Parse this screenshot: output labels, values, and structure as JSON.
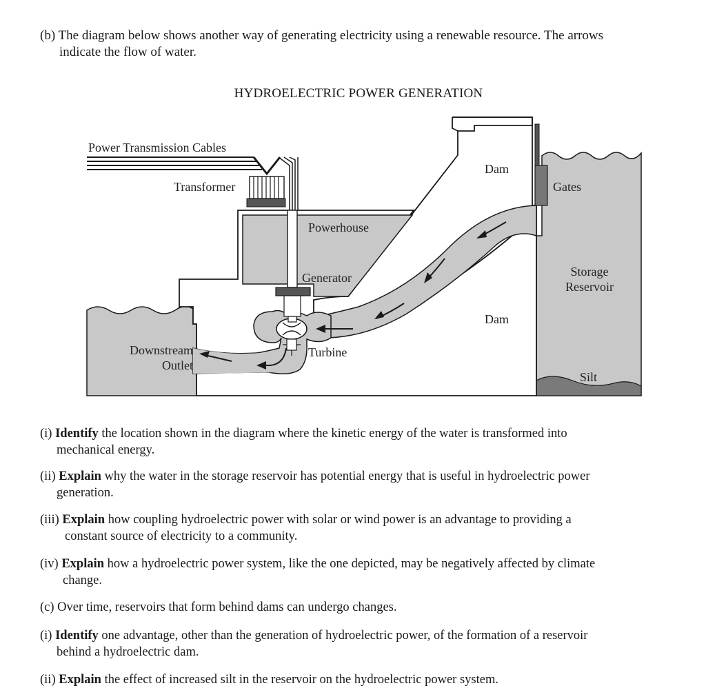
{
  "intro": {
    "line1": "(b) The diagram below shows another way of generating electricity using a renewable resource. The arrows",
    "line2": "indicate the flow of water."
  },
  "diagram": {
    "title": "HYDROELECTRIC POWER GENERATION",
    "labels": {
      "cables": "Power Transmission Cables",
      "transformer": "Transformer",
      "powerhouse": "Powerhouse",
      "generator": "Generator",
      "dam_top": "Dam",
      "gates": "Gates",
      "storage_1": "Storage",
      "storage_2": "Reservoir",
      "dam_bottom": "Dam",
      "downstream_1": "Downstream",
      "downstream_2": "Outlet",
      "turbine": "Turbine",
      "silt": "Silt"
    },
    "colors": {
      "water": "#c8c8c8",
      "silt": "#7a7a7a",
      "structure": "#ffffff",
      "ink": "#1a1a1a",
      "dark_metal": "#555555"
    }
  },
  "questions": {
    "b_i": {
      "prefix": "(i) ",
      "verb": "Identify",
      "line1": " the location shown in the diagram where the kinetic energy of the water is transformed into",
      "line2": "mechanical energy."
    },
    "b_ii": {
      "prefix": "(ii) ",
      "verb": "Explain",
      "line1": " why the water in the storage reservoir has potential energy that is useful in hydroelectric power",
      "line2": "generation."
    },
    "b_iii": {
      "prefix": "(iii) ",
      "verb": "Explain",
      "line1": " how coupling hydroelectric power with solar or wind power is an advantage to providing a",
      "line2": "constant source of electricity to a community."
    },
    "b_iv": {
      "prefix": "(iv) ",
      "verb": "Explain",
      "line1": " how a hydroelectric power system, like the one depicted, may be negatively affected by climate",
      "line2": "change."
    },
    "c": {
      "text": "(c) Over time, reservoirs that form behind dams can undergo changes."
    },
    "c_i": {
      "prefix": "(i) ",
      "verb": "Identify",
      "line1": " one advantage, other than the generation of hydroelectric power, of the formation of a reservoir",
      "line2": "behind a hydroelectric dam."
    },
    "c_ii": {
      "prefix": "(ii) ",
      "verb": "Explain",
      "line1": " the effect of increased silt in the reservoir on the hydroelectric power system."
    }
  }
}
